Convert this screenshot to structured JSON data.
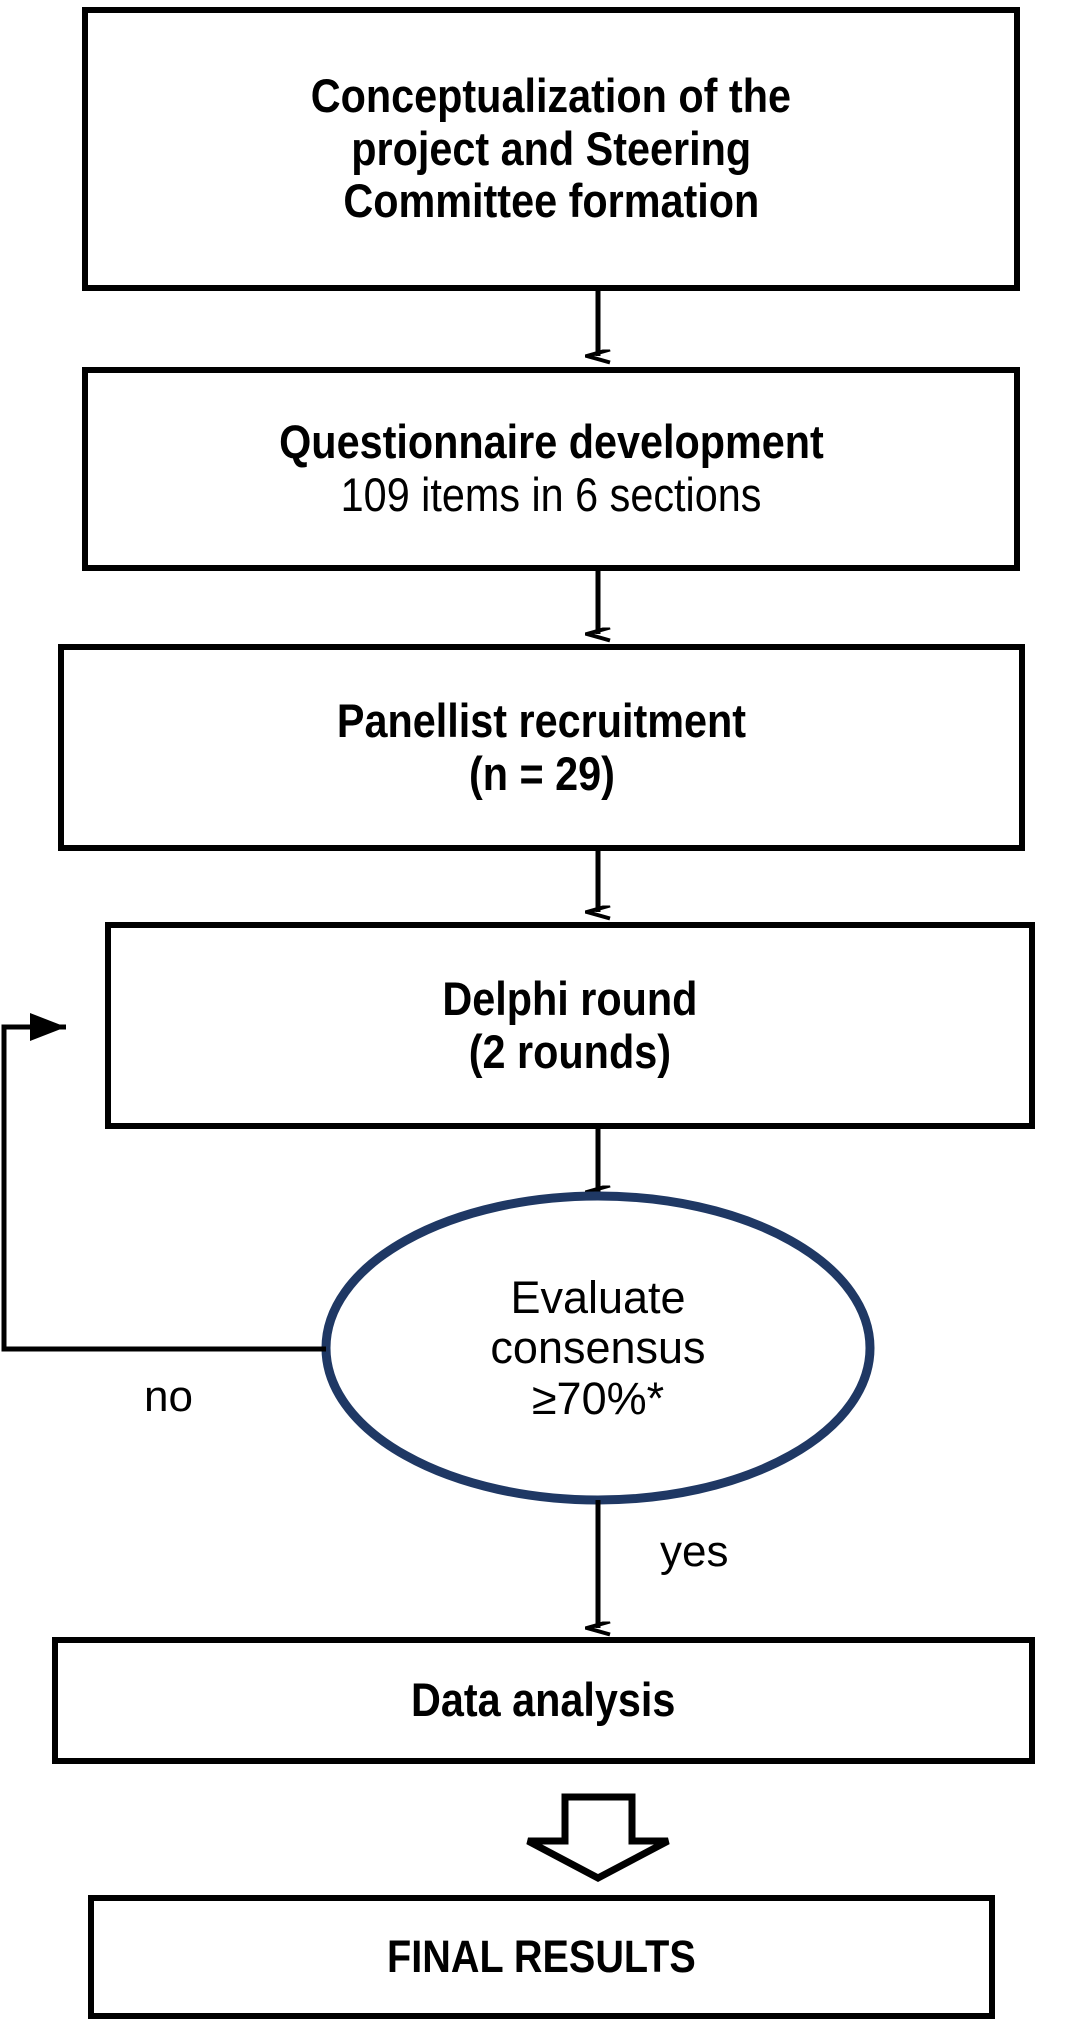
{
  "diagram": {
    "title": "Delphi study process flowchart",
    "colors": {
      "stroke": "#000000",
      "decision_stroke": "#1F3864",
      "background": "#FFFFFF"
    },
    "nodes": {
      "conceptualization": {
        "shape": "process",
        "lines": [
          "Conceptualization of the",
          "project and Steering",
          "Committee formation"
        ]
      },
      "questionnaire": {
        "shape": "process",
        "lines": [
          "Questionnaire development",
          "109 items in 6 sections"
        ]
      },
      "panellist": {
        "shape": "process",
        "lines": [
          "Panellist recruitment",
          "(n = 29)"
        ]
      },
      "delphi": {
        "shape": "process",
        "lines": [
          "Delphi round",
          "(2 rounds)"
        ]
      },
      "decision": {
        "shape": "decision-ellipse",
        "lines": [
          "Evaluate",
          "consensus",
          "≥70%*"
        ]
      },
      "data_analysis": {
        "shape": "process",
        "lines": [
          "Data analysis"
        ]
      },
      "final_results": {
        "shape": "process",
        "lines": [
          "FINAL RESULTS"
        ]
      }
    },
    "edges": {
      "no_label": "no",
      "yes_label": "yes"
    }
  }
}
